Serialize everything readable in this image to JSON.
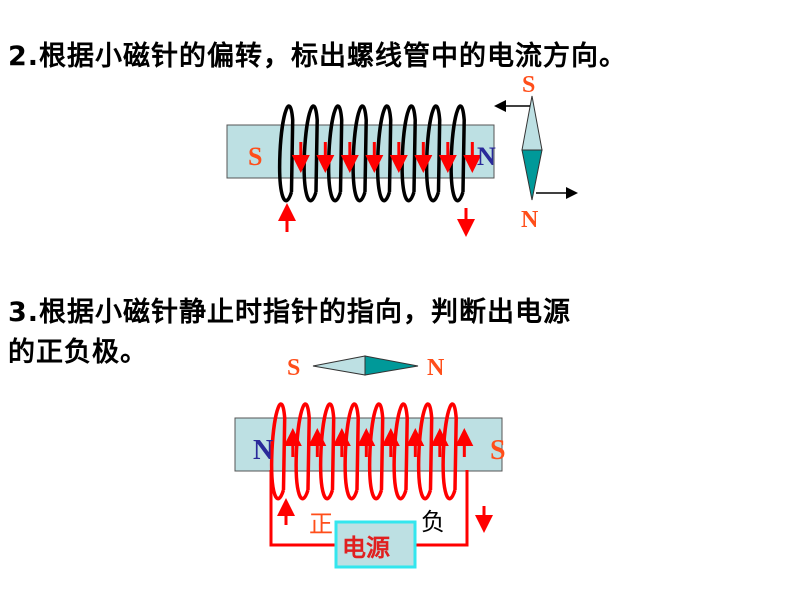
{
  "question2": {
    "text": "2.根据小磁针的偏转，标出螺线管中的电流方向。",
    "solenoid": {
      "left_pole": "S",
      "right_pole": "N",
      "coil_color": "#000000",
      "turns": 8,
      "current_inside": "down"
    },
    "needle": {
      "top_label": "S",
      "bottom_label": "N",
      "orientation": "vertical"
    }
  },
  "question3": {
    "line1": "3.根据小磁针静止时指针的指向，判断出电源",
    "line2": "的正负极。",
    "needle": {
      "left_label": "S",
      "right_label": "N",
      "orientation": "horizontal"
    },
    "solenoid": {
      "left_pole": "N",
      "right_pole": "S",
      "coil_color": "#ff0000",
      "turns": 8,
      "current_inside": "up"
    },
    "circuit": {
      "positive_label": "正",
      "negative_label": "负",
      "source_label": "电源"
    }
  },
  "colors": {
    "core": "#bde0e3",
    "needle_light": "#bde0e3",
    "needle_dark": "#009999",
    "pole_orange": "#ff4e1a",
    "pole_blue": "#2a2a9a",
    "arrow_red": "#ff0000",
    "source_border": "#33e6ee"
  }
}
